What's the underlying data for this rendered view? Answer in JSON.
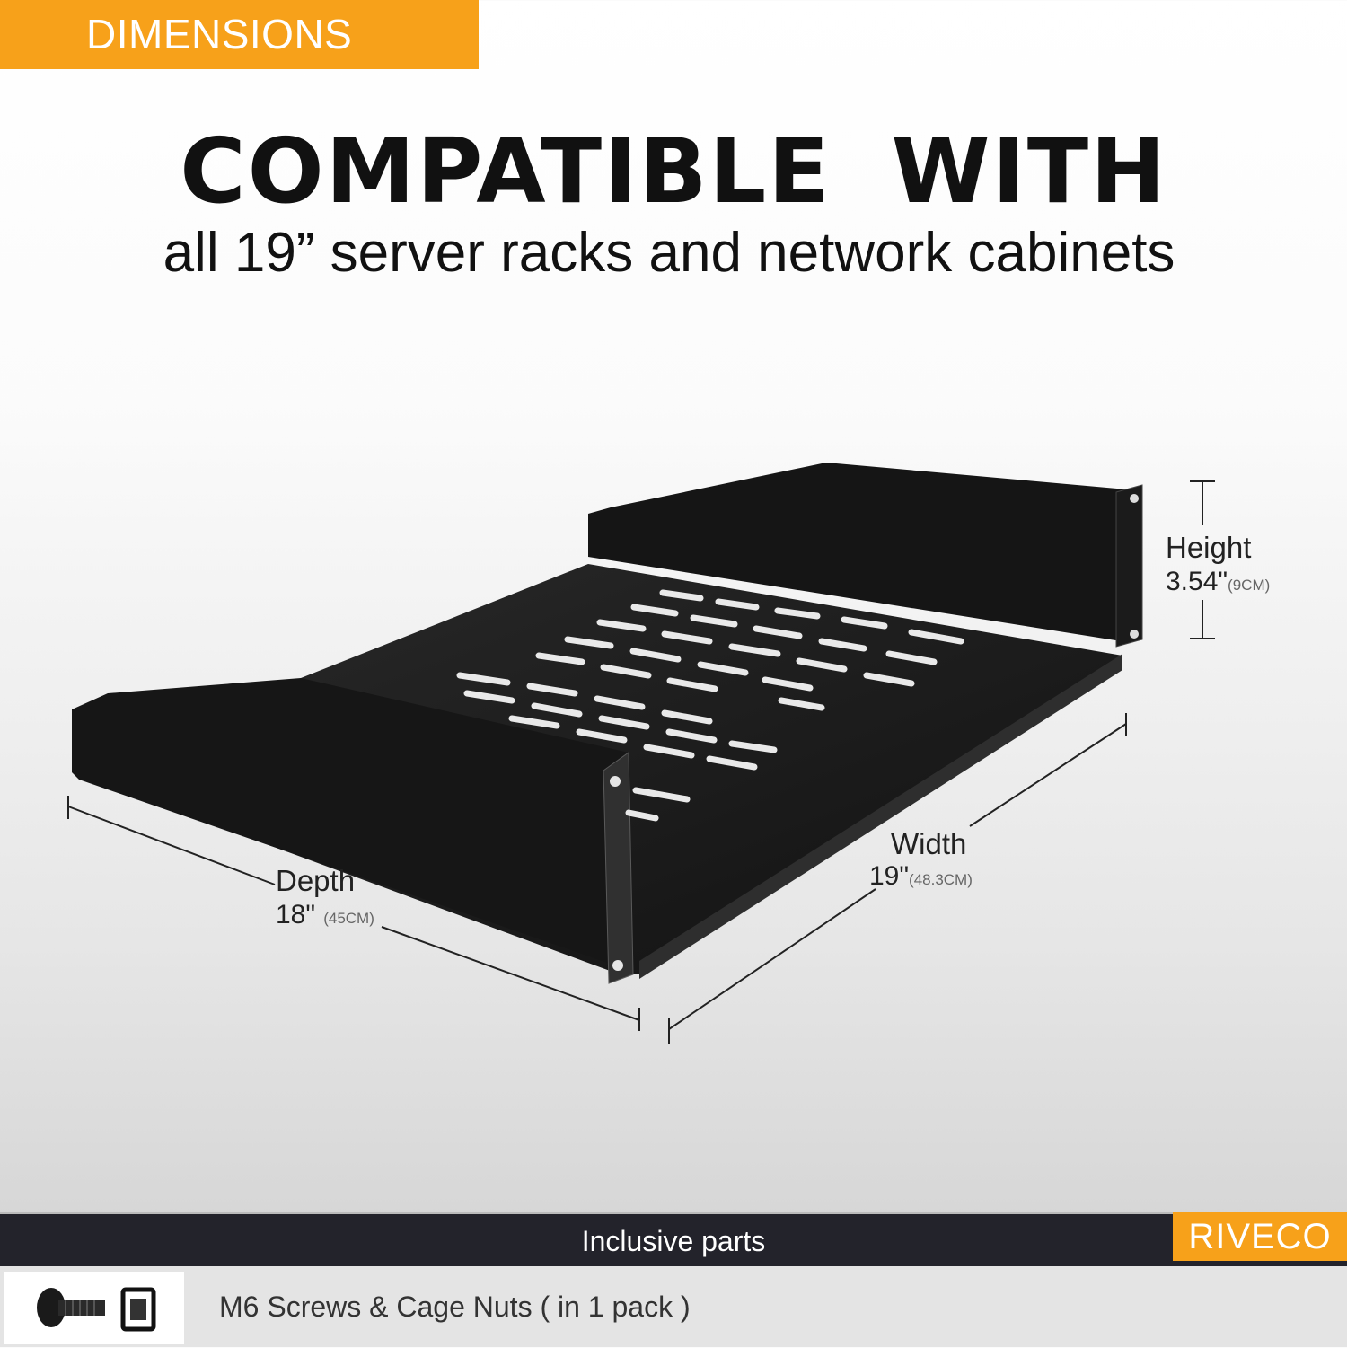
{
  "header": {
    "tag": "DIMENSIONS",
    "headline": "COMPATIBLE  WITH",
    "subline": "all 19” server racks and network cabinets"
  },
  "dimensions": {
    "height": {
      "label": "Height",
      "value": "3.54\"",
      "metric": "(9CM)"
    },
    "width": {
      "label": "Width",
      "value": "19\"",
      "metric": "(48.3CM)"
    },
    "depth": {
      "label": "Depth",
      "value": "18\"",
      "metric": "(45CM)"
    }
  },
  "footer": {
    "title": "Inclusive parts",
    "brand": "RIVECO",
    "parts_label": "M6 Screws & Cage Nuts ( in 1 pack )"
  },
  "colors": {
    "accent": "#f7a11a",
    "footer_bar": "#23232b",
    "shelf": "#111111"
  }
}
